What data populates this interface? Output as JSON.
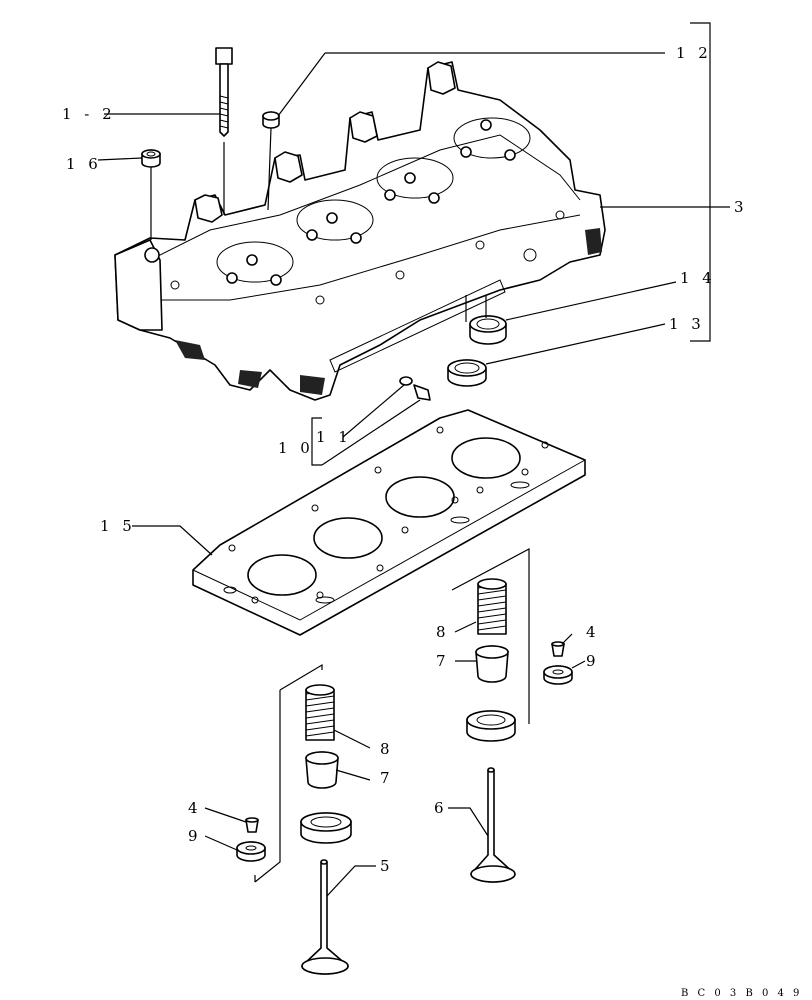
{
  "callouts": {
    "c12": "1 2",
    "c1_2": "1 - 2",
    "c16": "1 6",
    "c3": "3",
    "c14": "1 4",
    "c13": "1 3",
    "c11": "1 1",
    "c10": "1 0",
    "c15": "1 5",
    "c8_right": "8",
    "c7_right": "7",
    "c4_right": "4",
    "c9_right": "9",
    "c8_left": "8",
    "c7_left": "7",
    "c4_left": "4",
    "c9_left": "9",
    "c6": "6",
    "c5": "5"
  },
  "drawing_code": "B C 0 3 B 0 4 9"
}
